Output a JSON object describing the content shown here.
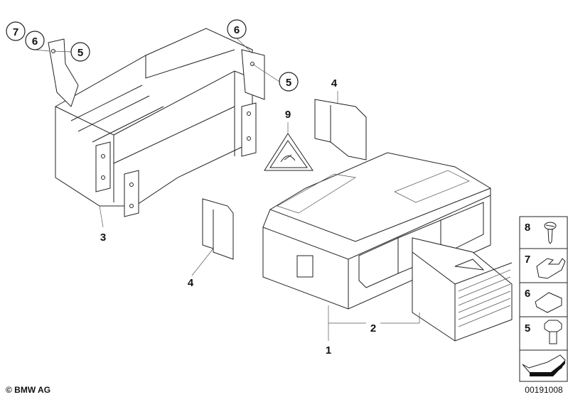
{
  "diagram": {
    "callouts": {
      "c7_top": "7",
      "c6_top_left": "6",
      "c5_top_left": "5",
      "c6_top_right": "6",
      "c5_right": "5"
    },
    "labels": {
      "part4_upper": "4",
      "part9": "9",
      "part3": "3",
      "part4_lower": "4",
      "part2": "2",
      "part1": "1"
    },
    "legend": {
      "items": [
        {
          "number": "8",
          "icon": "screw-icon"
        },
        {
          "number": "7",
          "icon": "clip-icon"
        },
        {
          "number": "6",
          "icon": "clip-nut-icon"
        },
        {
          "number": "5",
          "icon": "hex-bolt-icon"
        }
      ],
      "arrow_icon": "direction-arrow-icon"
    },
    "diagram_code": "00191008",
    "copyright": "© BMW AG"
  }
}
